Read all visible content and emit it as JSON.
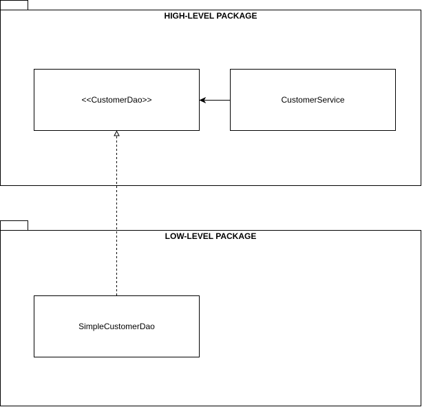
{
  "packages": {
    "high": {
      "title": "HIGH-LEVEL PACKAGE"
    },
    "low": {
      "title": "LOW-LEVEL PACKAGE"
    }
  },
  "classes": {
    "customer_dao": {
      "label": "<<CustomerDao>>"
    },
    "customer_service": {
      "label": "CustomerService"
    },
    "simple_customer_dao": {
      "label": "SimpleCustomerDao"
    }
  }
}
